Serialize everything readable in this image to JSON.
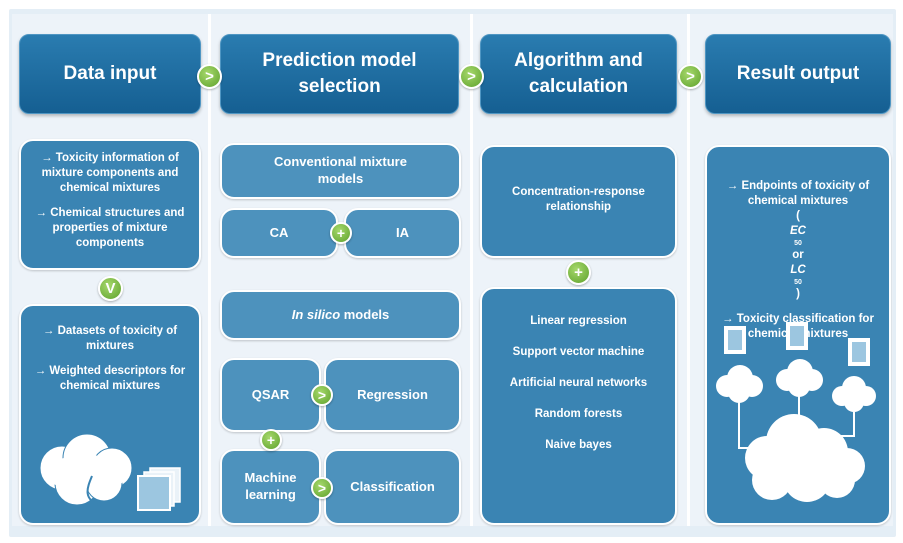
{
  "headers": {
    "data_input": "Data input",
    "prediction_model_selection": "Prediction model selection",
    "algorithm_and_calculation": "Algorithm and calculation",
    "result_output": "Result output"
  },
  "connectors": {
    "arrow": ">",
    "plus": "+",
    "down": "V"
  },
  "data_input": {
    "box1_line1": "→ Toxicity information of mixture components and chemical mixtures",
    "box1_line2": "→ Chemical structures and properties of mixture components",
    "box2_line1": "→ Datasets of toxicity of mixtures",
    "box2_line2": "→ Weighted descriptors for chemical mixtures"
  },
  "prediction": {
    "conventional": "Conventional mixture models",
    "ca": "CA",
    "ia": "IA",
    "in_silico_em": "In silico",
    "in_silico_rest": " models",
    "qsar": "QSAR",
    "regression": "Regression",
    "machine_learning": "Machine learning",
    "classification": "Classification"
  },
  "algorithm": {
    "crr": "Concentration-response relationship",
    "methods": [
      "Linear regression",
      "Support vector machine",
      "Artificial neural networks",
      "Random forests",
      "Naive bayes"
    ]
  },
  "result": {
    "line1_a": "→ Endpoints of toxicity of chemical mixtures",
    "line1_open": "(",
    "ec": "EC",
    "ec_sub": "50",
    "or": " or ",
    "lc": "LC",
    "lc_sub": "50",
    "line1_close": ")",
    "line2": "→ Toxicity classification for chemical mixtures"
  }
}
